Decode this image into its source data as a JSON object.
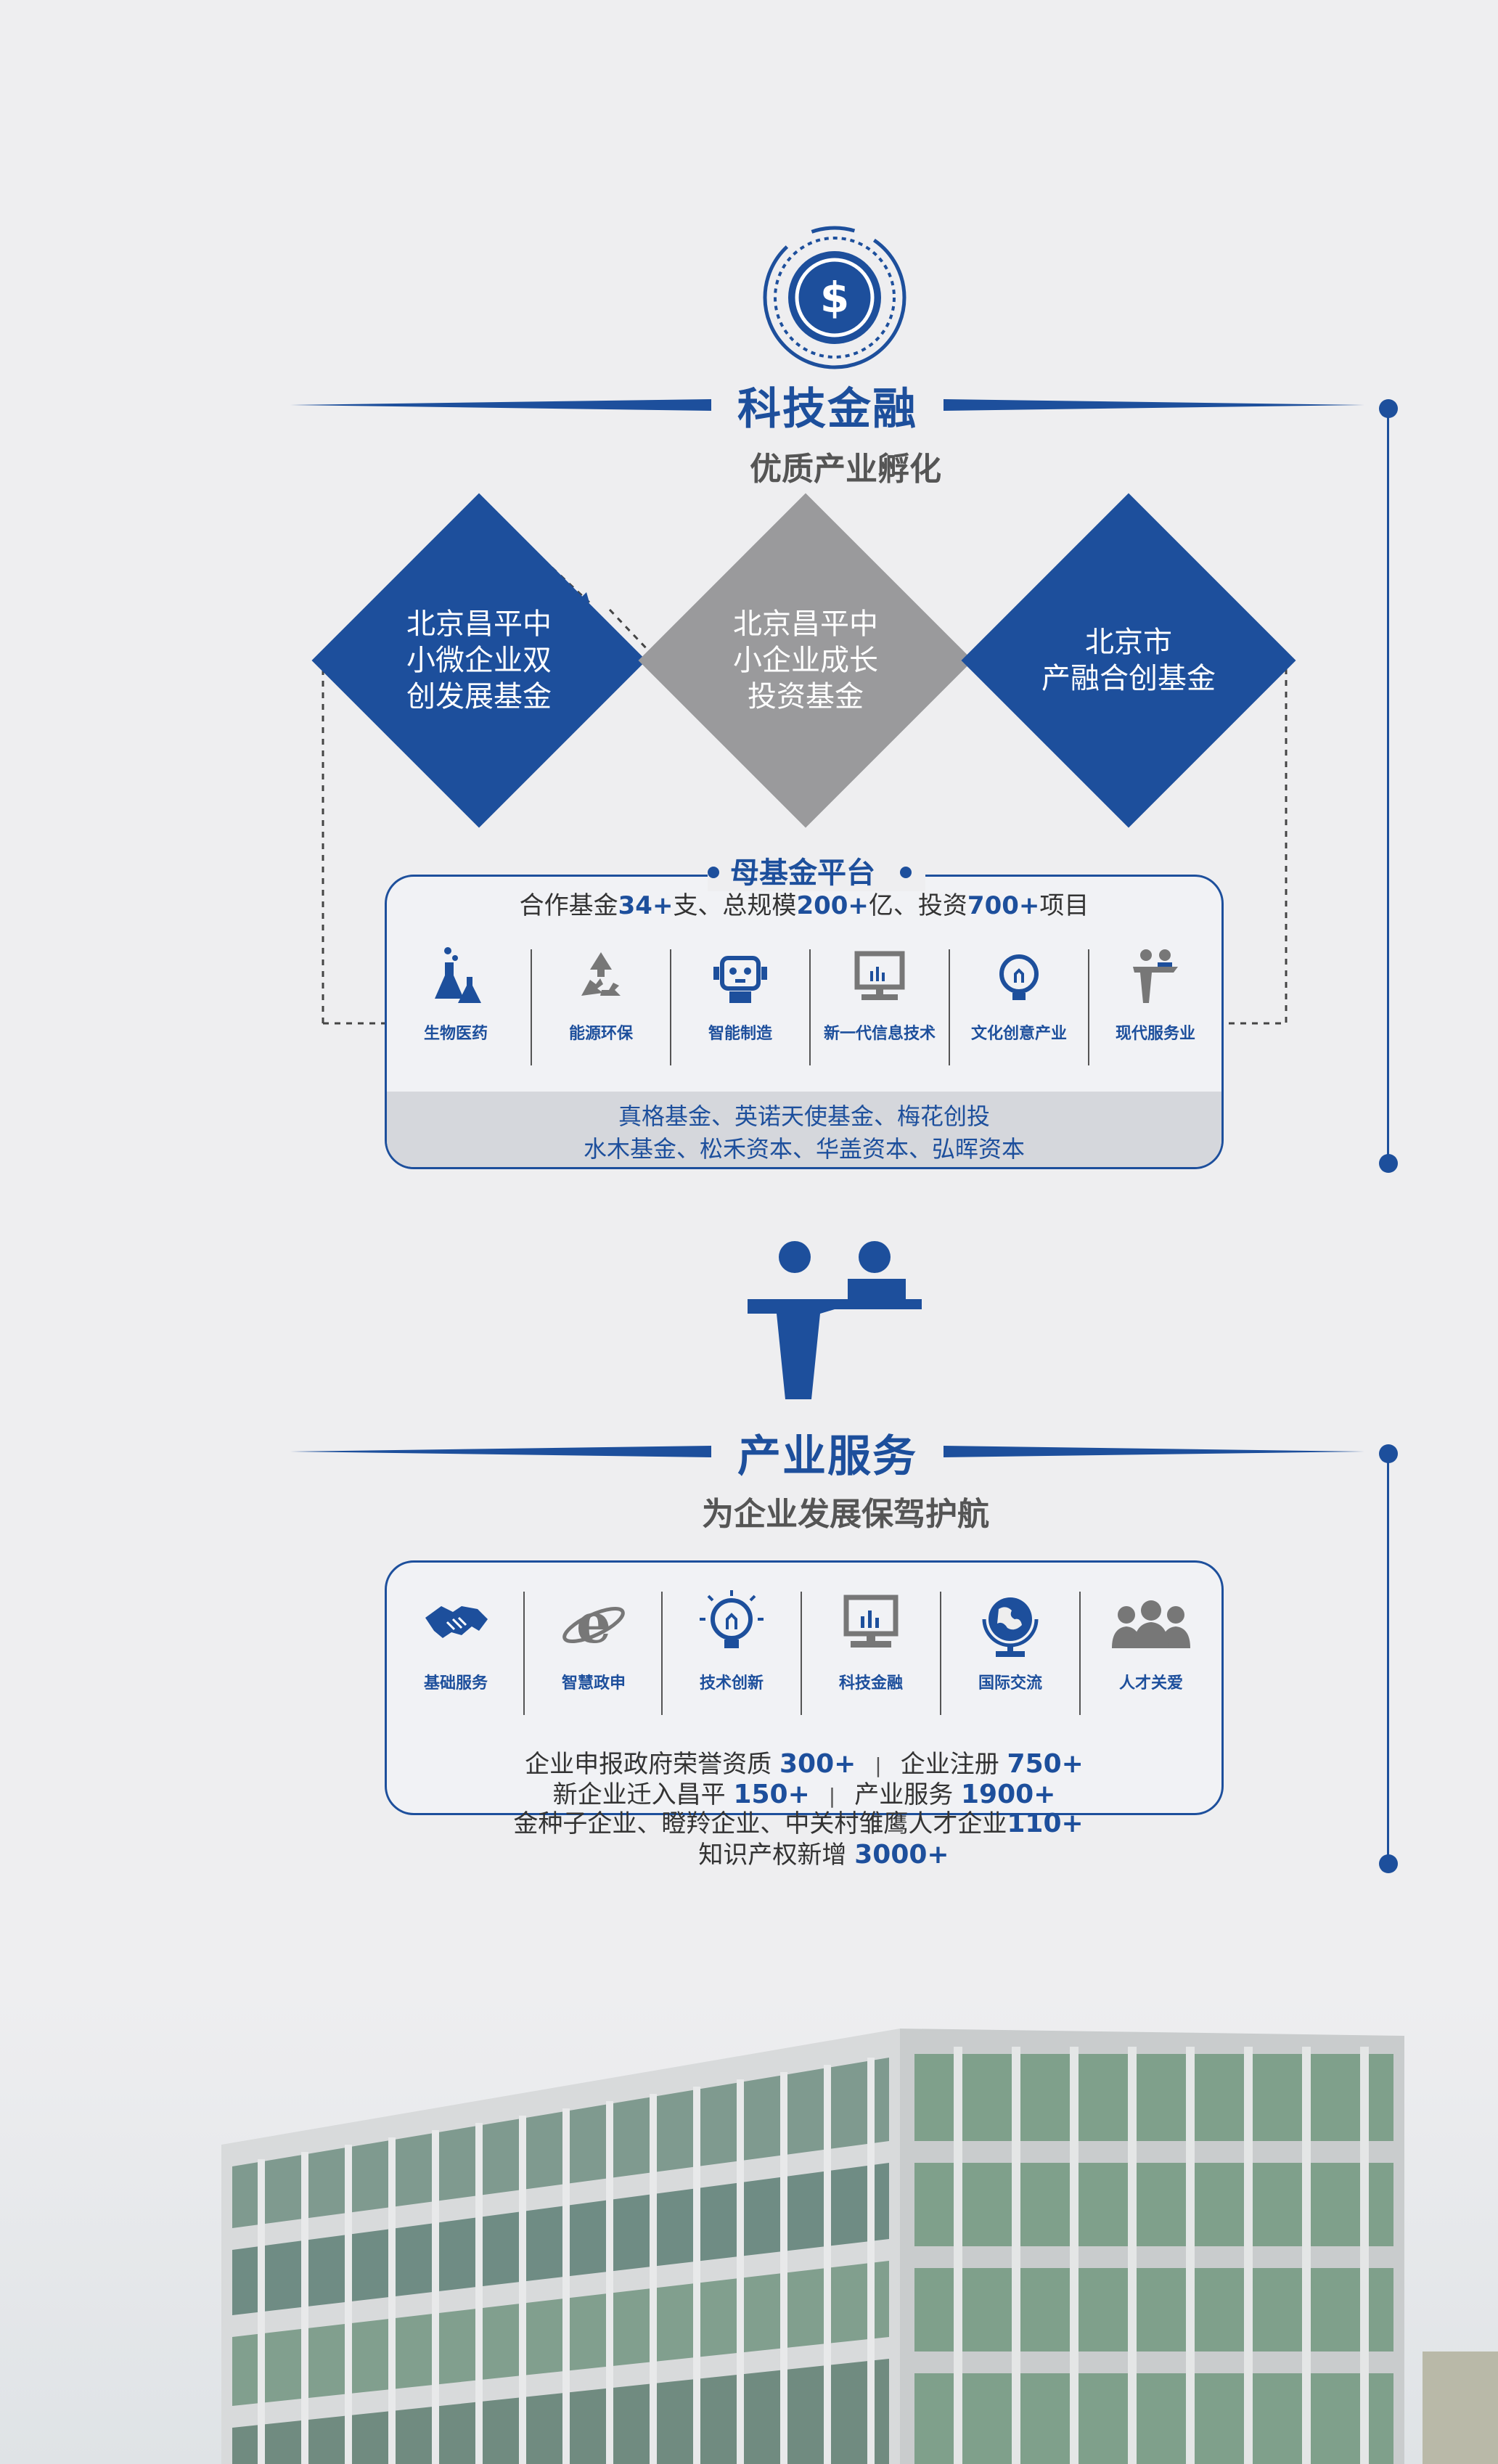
{
  "section1": {
    "icon": "dollar-icon",
    "title": "科技金融",
    "subtitle": "优质产业孵化",
    "funds": [
      {
        "label": "北京昌平中\n小微企业双\n创发展基金",
        "color": "#1d4f9c"
      },
      {
        "label": "北京昌平中\n小企业成长\n投资基金",
        "color": "#9a9a9c"
      },
      {
        "label": "北京市\n产融合创基金",
        "color": "#1d4f9c"
      }
    ],
    "platform": {
      "title": "母基金平台",
      "summary": {
        "t1": "合作基金",
        "v1": "34+",
        "t2": "支、总规模",
        "v2": "200+",
        "t3": "亿、投资",
        "v3": "700+",
        "t4": "项目"
      },
      "industries": [
        {
          "icon": "flask-icon",
          "label": "生物医药"
        },
        {
          "icon": "recycle-icon",
          "label": "能源环保"
        },
        {
          "icon": "robot-icon",
          "label": "智能制造"
        },
        {
          "icon": "monitor-icon",
          "label": "新一代信息技术"
        },
        {
          "icon": "lightbulb-icon",
          "label": "文化创意产业"
        },
        {
          "icon": "service-people-icon",
          "label": "现代服务业"
        }
      ],
      "partners_line1": "真格基金、英诺天使基金、梅花创投",
      "partners_line2": "水木基金、松禾资本、华盖资本、弘晖资本"
    }
  },
  "section2": {
    "icon": "business-people-icon",
    "title": "产业服务",
    "subtitle": "为企业发展保驾护航",
    "services": [
      {
        "icon": "handshake-icon",
        "label": "基础服务"
      },
      {
        "icon": "ie-logo-icon",
        "label": "智慧政申"
      },
      {
        "icon": "lightbulb-icon",
        "label": "技术创新"
      },
      {
        "icon": "monitor-icon",
        "label": "科技金融"
      },
      {
        "icon": "globe-icon",
        "label": "国际交流"
      },
      {
        "icon": "group-icon",
        "label": "人才关爱"
      }
    ],
    "stats": {
      "l1a_t": "企业申报政府荣誉资质 ",
      "l1a_v": "300+",
      "l1b_t": "企业注册 ",
      "l1b_v": "750+",
      "l2a_t": "新企业迁入昌平 ",
      "l2a_v": "150+",
      "l2b_t": "产业服务 ",
      "l2b_v": "1900+",
      "l3_t": "金种子企业、瞪羚企业、中关村雏鹰人才企业",
      "l3_v": "110+",
      "l4_t": "知识产权新增 ",
      "l4_v": "3000+"
    }
  }
}
